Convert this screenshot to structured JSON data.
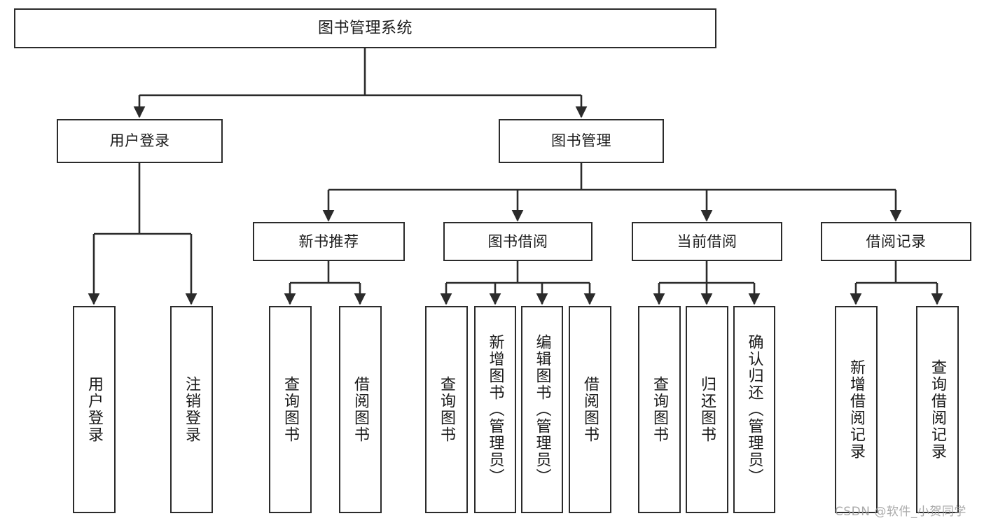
{
  "diagram": {
    "title": "图书管理系统",
    "type": "tree-hierarchy",
    "watermark": "CSDN @软件_小贺同学",
    "colors": {
      "background": "#ffffff",
      "node_border": "#2b2b2b",
      "node_fill": "#ffffff",
      "text": "#1a1a1a",
      "edge": "#2b2b2b",
      "watermark": "#9c9c9c"
    },
    "nodes": {
      "root": {
        "label": "图书管理系统"
      },
      "level2": [
        {
          "id": "user-login",
          "label": "用户登录"
        },
        {
          "id": "book-management",
          "label": "图书管理"
        }
      ],
      "level3": [
        {
          "id": "new-book-recommend",
          "label": "新书推荐"
        },
        {
          "id": "book-borrow",
          "label": "图书借阅"
        },
        {
          "id": "current-borrow",
          "label": "当前借阅"
        },
        {
          "id": "borrow-record",
          "label": "借阅记录"
        }
      ],
      "leaves": {
        "user_login": [
          {
            "id": "leaf-user-login",
            "label": "用户登录"
          },
          {
            "id": "leaf-logout-login",
            "label": "注销登录"
          }
        ],
        "new_book_recommend": [
          {
            "id": "leaf-query-book-1",
            "label": "查询图书"
          },
          {
            "id": "leaf-borrow-book-1",
            "label": "借阅图书"
          }
        ],
        "book_borrow": [
          {
            "id": "leaf-query-book-2",
            "label": "查询图书"
          },
          {
            "id": "leaf-add-book",
            "label": "新增图书（管理员）"
          },
          {
            "id": "leaf-edit-book",
            "label": "编辑图书（管理员）"
          },
          {
            "id": "leaf-borrow-book-2",
            "label": "借阅图书"
          }
        ],
        "current_borrow": [
          {
            "id": "leaf-query-book-3",
            "label": "查询图书"
          },
          {
            "id": "leaf-return-book",
            "label": "归还图书"
          },
          {
            "id": "leaf-confirm-return",
            "label": "确认归还（管理员）"
          }
        ],
        "borrow_record": [
          {
            "id": "leaf-add-record",
            "label": "新增借阅记录"
          },
          {
            "id": "leaf-query-record",
            "label": "查询借阅记录"
          }
        ]
      }
    }
  }
}
